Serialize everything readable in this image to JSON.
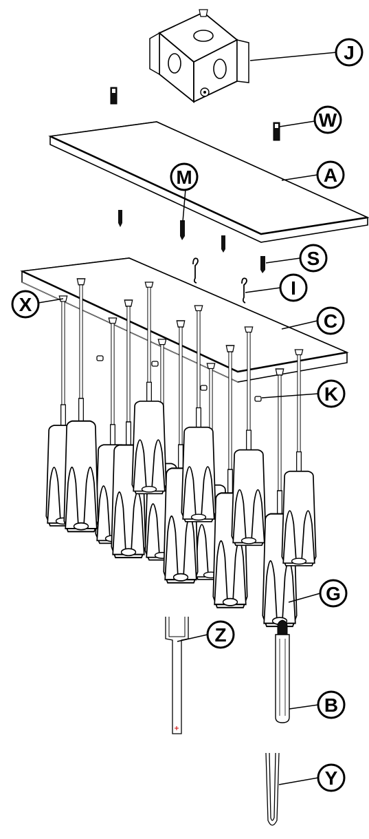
{
  "diagram": {
    "callouts": [
      {
        "id": "J",
        "name": "junction-box"
      },
      {
        "id": "W",
        "name": "wire-connector"
      },
      {
        "id": "A",
        "name": "mounting-plate"
      },
      {
        "id": "M",
        "name": "mounting-screw"
      },
      {
        "id": "S",
        "name": "canopy-screw"
      },
      {
        "id": "I",
        "name": "s-hook"
      },
      {
        "id": "X",
        "name": "cable-gripper"
      },
      {
        "id": "C",
        "name": "canopy"
      },
      {
        "id": "K",
        "name": "cable-lock"
      },
      {
        "id": "G",
        "name": "glass-shade"
      },
      {
        "id": "Z",
        "name": "bulb-tool"
      },
      {
        "id": "B",
        "name": "bulb"
      },
      {
        "id": "Y",
        "name": "cable-adjustment-tool"
      }
    ]
  }
}
